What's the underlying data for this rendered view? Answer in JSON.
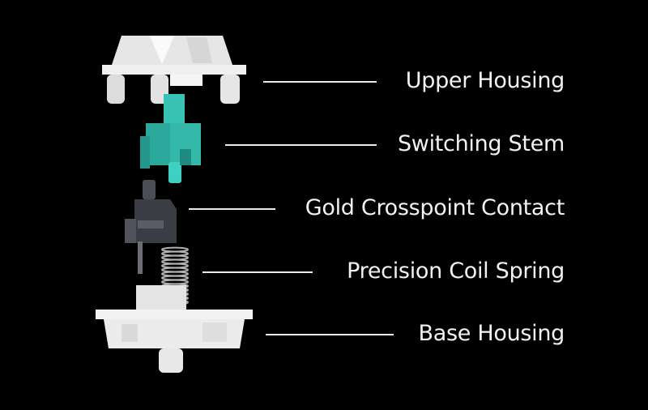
{
  "parts": [
    {
      "label": "Upper Housing"
    },
    {
      "label": "Switching Stem"
    },
    {
      "label": "Gold Crosspoint Contact"
    },
    {
      "label": "Precision Coil Spring"
    },
    {
      "label": "Base Housing"
    }
  ],
  "colors": {
    "background": "#000000",
    "housing": "#eeeeee",
    "stem": "#2ab5a8",
    "contact": "#3a3d44",
    "spring": "#a8a8a8",
    "text": "#f2f2f2"
  }
}
